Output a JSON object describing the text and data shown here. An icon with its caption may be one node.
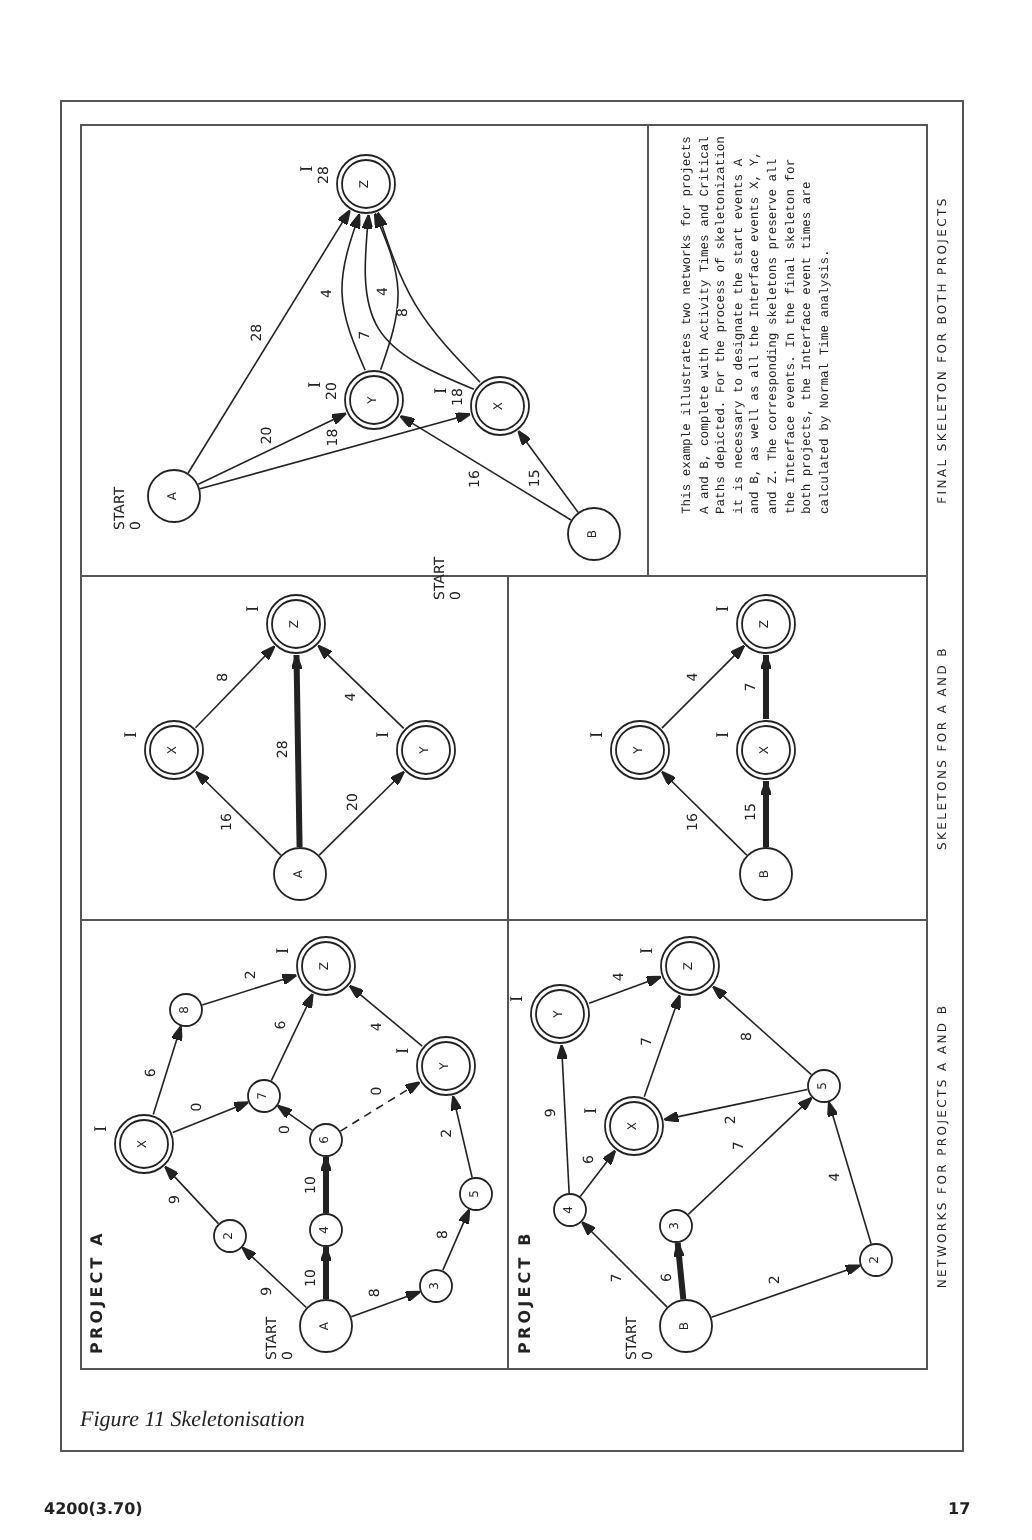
{
  "diagram": {
    "caption": "Figure 11 Skeletonisation",
    "nodes": [
      {
        "text": [
          "A"
        ],
        "beside": [
          "START",
          "0"
        ]
      },
      {
        "text": [
          "2"
        ]
      },
      {
        "text": [
          "X"
        ],
        "beside": [
          "I"
        ]
      },
      {
        "text": [
          "4"
        ]
      },
      {
        "text": [
          "6"
        ]
      },
      {
        "text": [
          "3"
        ]
      },
      {
        "text": [
          "5"
        ]
      },
      {
        "text": [
          "7"
        ]
      },
      {
        "text": [
          "8"
        ]
      },
      {
        "text": [
          "Y"
        ],
        "beside": [
          "I"
        ]
      },
      {
        "text": [
          "Z"
        ],
        "beside": [
          "I"
        ]
      },
      {
        "text": [
          "B"
        ],
        "beside": [
          "START",
          "0"
        ]
      },
      {
        "text": [
          "3"
        ]
      },
      {
        "text": [
          "4"
        ]
      },
      {
        "text": [
          "2"
        ]
      },
      {
        "text": [
          "5"
        ]
      },
      {
        "text": [
          "X"
        ],
        "beside": [
          "I"
        ]
      },
      {
        "text": [
          "Y"
        ],
        "beside": [
          "I"
        ]
      },
      {
        "text": [
          "Z"
        ],
        "beside": [
          "I"
        ]
      },
      {
        "text": [
          "A"
        ]
      },
      {
        "text": [
          "X"
        ],
        "beside": [
          "I"
        ]
      },
      {
        "text": [
          "Y"
        ],
        "beside": [
          "I"
        ]
      },
      {
        "text": [
          "Z"
        ],
        "beside": [
          "I"
        ]
      },
      {
        "text": [
          "B"
        ]
      },
      {
        "text": [
          "Y"
        ],
        "beside": [
          "I"
        ]
      },
      {
        "text": [
          "X"
        ],
        "beside": [
          "I"
        ]
      },
      {
        "text": [
          "Z"
        ],
        "beside": [
          "I"
        ]
      },
      {
        "text": [
          "A"
        ],
        "beside": [
          "START",
          "0"
        ]
      },
      {
        "text": [
          "B"
        ],
        "beside": [
          "START",
          "0"
        ]
      },
      {
        "text": [
          "Y"
        ],
        "beside": [
          "I",
          "20"
        ]
      },
      {
        "text": [
          "X"
        ],
        "beside": [
          "I",
          "18"
        ]
      },
      {
        "text": [
          "Z"
        ],
        "beside": [
          "I",
          "28"
        ]
      }
    ],
    "edges": [
      {
        "from": 0,
        "to": 1,
        "arrow": "to",
        "label": "9"
      },
      {
        "from": 1,
        "to": 2,
        "arrow": "to",
        "label": "9"
      },
      {
        "from": 0,
        "to": 3,
        "arrow": "to",
        "label": "10",
        "style": "thick"
      },
      {
        "from": 3,
        "to": 4,
        "arrow": "to",
        "label": "10",
        "style": "thick"
      },
      {
        "from": 0,
        "to": 5,
        "arrow": "to",
        "label": "8"
      },
      {
        "from": 5,
        "to": 6,
        "arrow": "to",
        "label": "8"
      },
      {
        "from": 6,
        "to": 9,
        "arrow": "to",
        "label": "2"
      },
      {
        "from": 2,
        "to": 8,
        "arrow": "to",
        "label": "6"
      },
      {
        "from": 8,
        "to": 10,
        "arrow": "to",
        "label": "2"
      },
      {
        "from": 2,
        "to": 7,
        "arrow": "to",
        "label": "0"
      },
      {
        "from": 4,
        "to": 7,
        "arrow": "to",
        "label": "0"
      },
      {
        "from": 4,
        "to": 9,
        "arrow": "to",
        "label": "0",
        "style": "dashed"
      },
      {
        "from": 7,
        "to": 10,
        "arrow": "to",
        "label": "6"
      },
      {
        "from": 9,
        "to": 10,
        "arrow": "to",
        "label": "4"
      },
      {
        "from": 11,
        "to": 13,
        "arrow": "to",
        "label": "7"
      },
      {
        "from": 11,
        "to": 12,
        "arrow": "to",
        "label": "6",
        "style": "thick"
      },
      {
        "from": 11,
        "to": 14,
        "arrow": "to",
        "label": "2"
      },
      {
        "from": 13,
        "to": 17,
        "arrow": "to",
        "label": "9"
      },
      {
        "from": 13,
        "to": 16,
        "arrow": "to",
        "label": "6"
      },
      {
        "from": 12,
        "to": 15,
        "arrow": "to",
        "label": "7"
      },
      {
        "from": 14,
        "to": 15,
        "arrow": "to",
        "label": "4"
      },
      {
        "from": 15,
        "to": 16,
        "arrow": "to",
        "label": "2"
      },
      {
        "from": 16,
        "to": 18,
        "arrow": "to",
        "label": "7"
      },
      {
        "from": 15,
        "to": 18,
        "arrow": "to",
        "label": "8"
      },
      {
        "from": 17,
        "to": 18,
        "arrow": "to",
        "label": "4"
      },
      {
        "from": 19,
        "to": 20,
        "arrow": "to",
        "label": "16"
      },
      {
        "from": 19,
        "to": 22,
        "arrow": "to",
        "label": "28",
        "style": "thick"
      },
      {
        "from": 19,
        "to": 21,
        "arrow": "to",
        "label": "20"
      },
      {
        "from": 20,
        "to": 22,
        "arrow": "to",
        "label": "8"
      },
      {
        "from": 21,
        "to": 22,
        "arrow": "to",
        "label": "4"
      },
      {
        "from": 23,
        "to": 24,
        "arrow": "to",
        "label": "16"
      },
      {
        "from": 23,
        "to": 25,
        "arrow": "to",
        "label": "15",
        "style": "thick"
      },
      {
        "from": 25,
        "to": 26,
        "arrow": "to",
        "label": "7",
        "style": "thick"
      },
      {
        "from": 24,
        "to": 26,
        "arrow": "to",
        "label": "4"
      },
      {
        "from": 27,
        "to": 31,
        "arrow": "to",
        "label": "28"
      },
      {
        "from": 27,
        "to": 29,
        "arrow": "to",
        "label": "20"
      },
      {
        "from": 27,
        "to": 30,
        "arrow": "to",
        "label": "18"
      },
      {
        "from": 28,
        "to": 29,
        "arrow": "to",
        "label": "16"
      },
      {
        "from": 28,
        "to": 30,
        "arrow": "to",
        "label": "15"
      },
      {
        "from": 29,
        "to": 31,
        "arrow": "to",
        "label": "4"
      },
      {
        "from": 29,
        "to": 31,
        "arrow": "to",
        "label": "4"
      },
      {
        "from": 30,
        "to": 31,
        "arrow": "to",
        "label": "8"
      },
      {
        "from": 30,
        "to": 31,
        "arrow": "to",
        "label": "7"
      }
    ],
    "labels": [
      "NETWORKS FOR PROJECTS A AND B",
      "SKELETONS FOR A AND B",
      "FINAL SKELETON FOR BOTH PROJECTS",
      "PROJECT A",
      "PROJECT B",
      "This example illustrates two networks for projects A and B, complete with Activity Times and Critical Paths depicted. For the process of skeletonization it is necessary to designate the start events A and B, as well as all the Interface events X, Y, and Z. The corresponding skeletons preserve all the Interface events. In the final skeleton for both projects, the Interface event times are calculated by Normal Time analysis.",
      "4200(3.70)",
      "17"
    ]
  }
}
